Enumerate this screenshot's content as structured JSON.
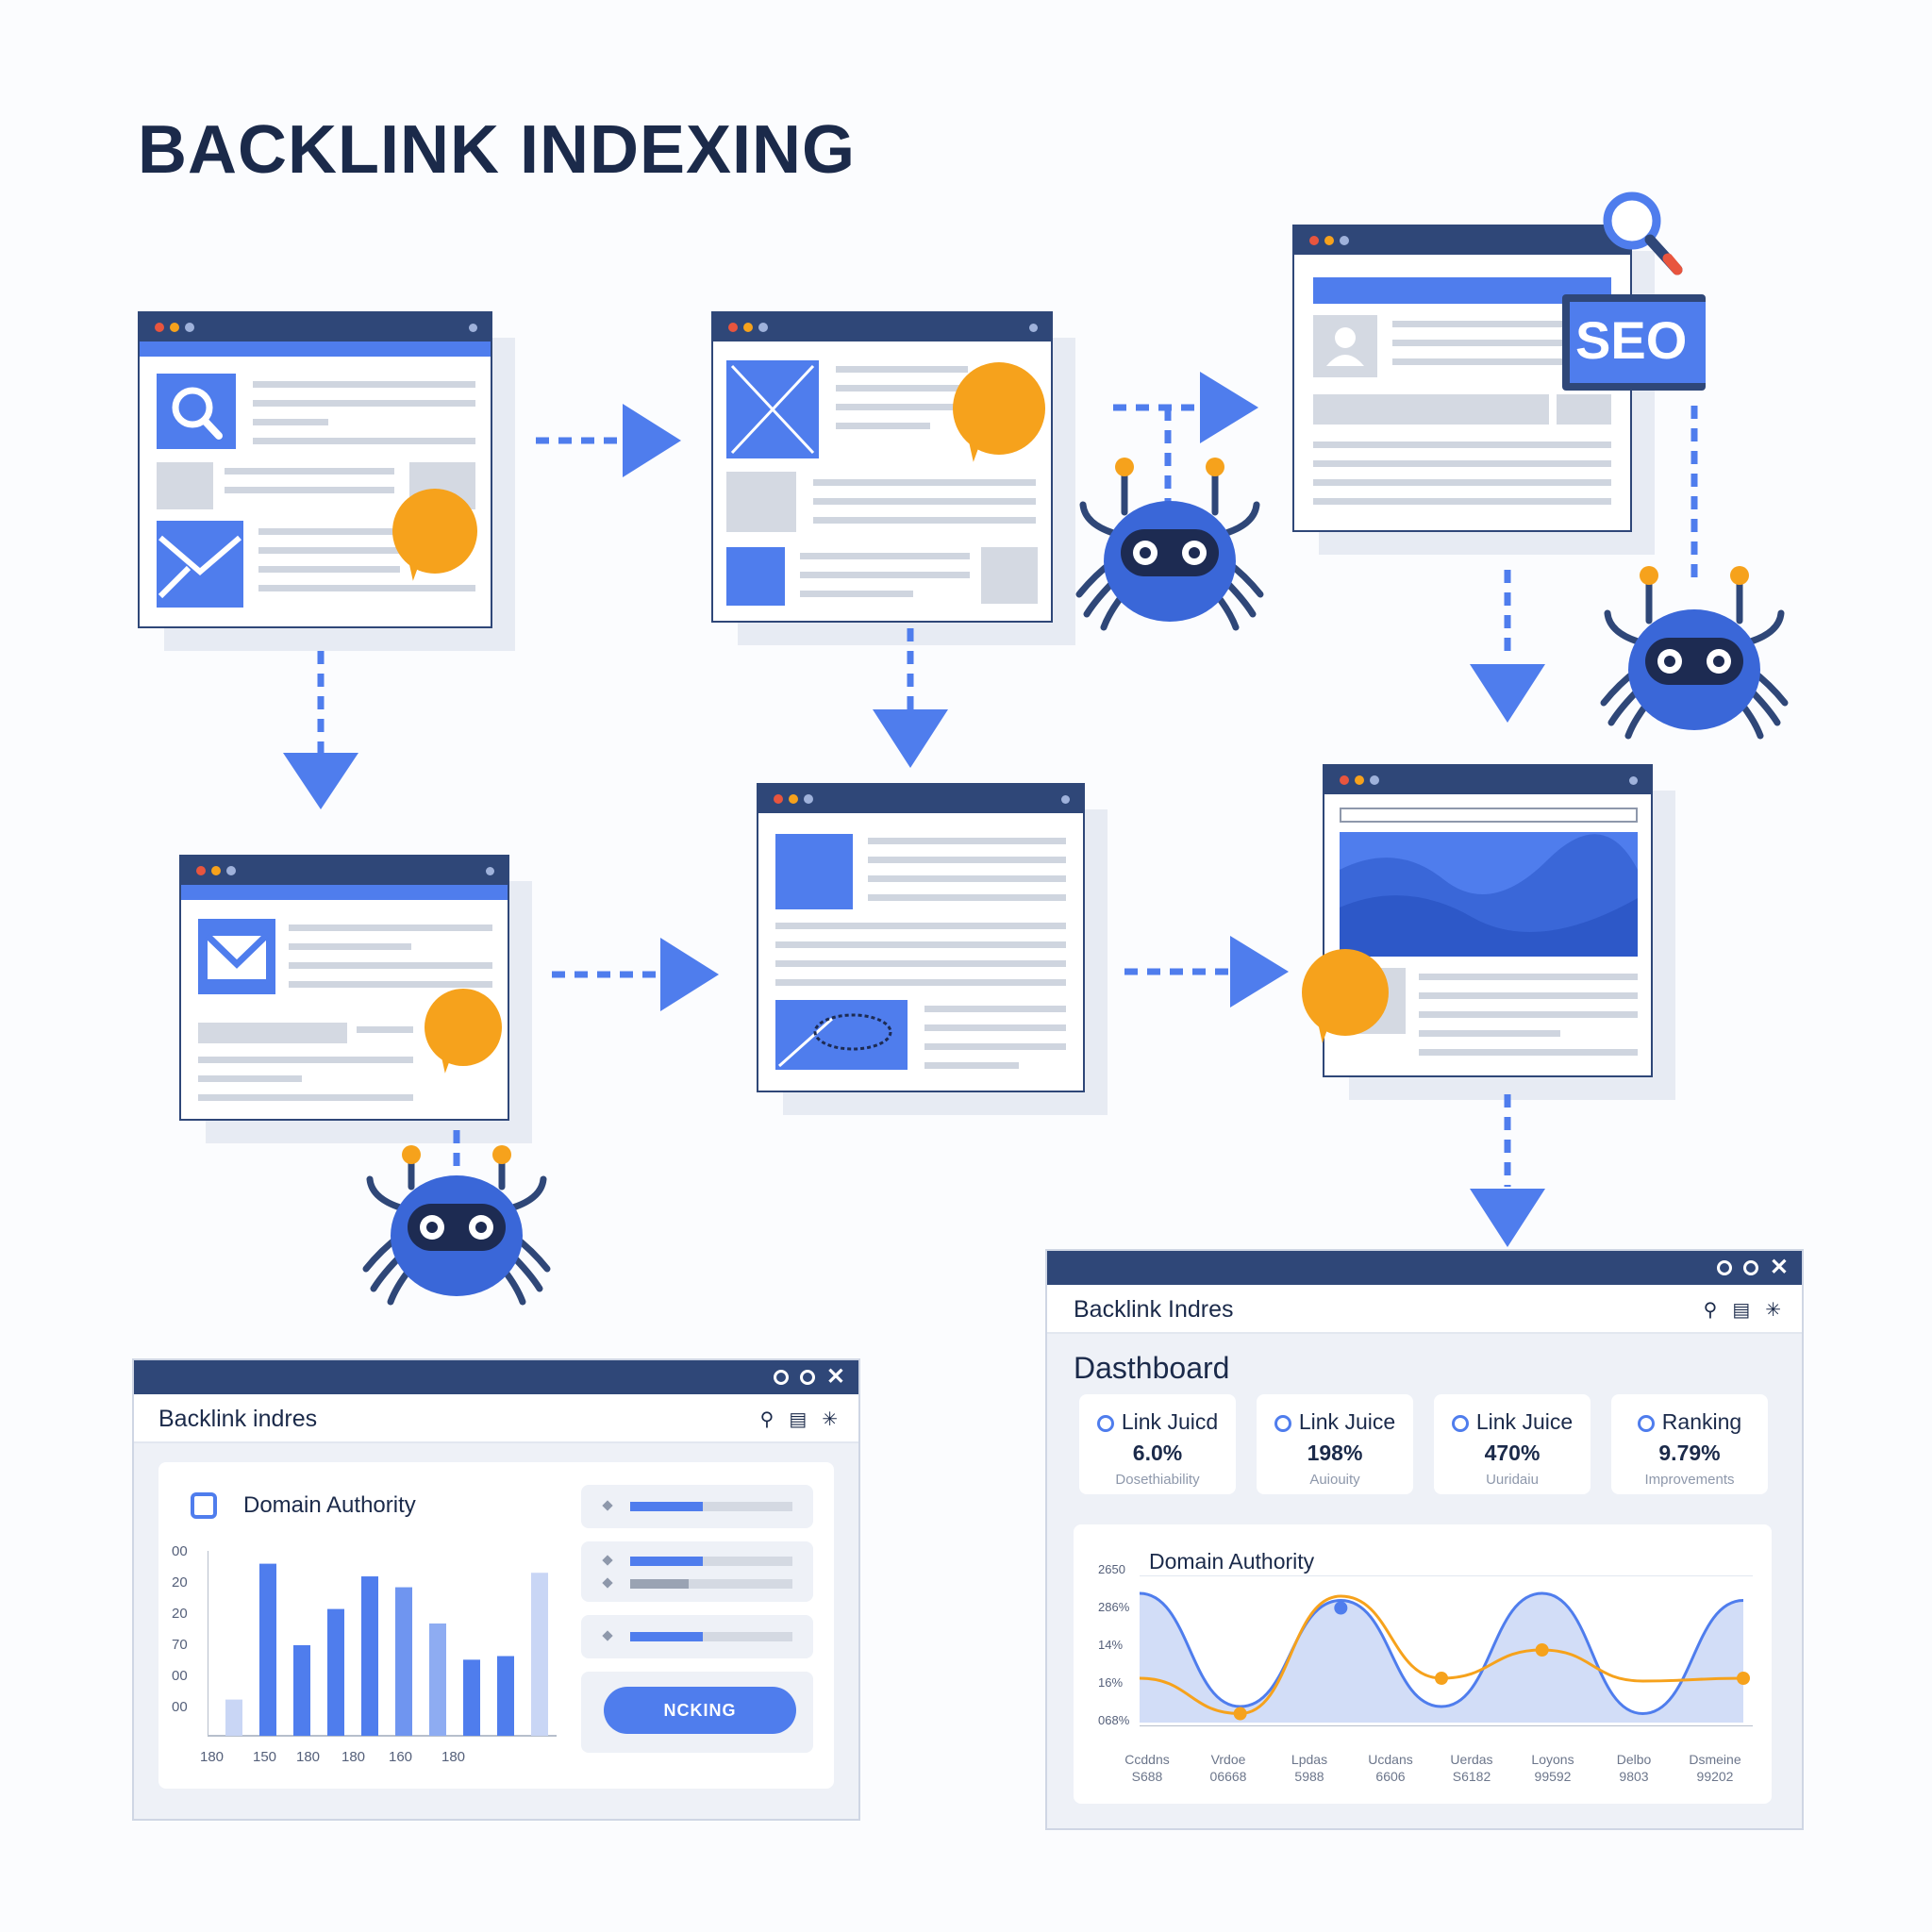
{
  "title": "BACKLINK INDEXING",
  "colors": {
    "navy": "#2f4778",
    "blue": "#4f7ded",
    "orange": "#f6a21c",
    "grey": "#d4d9e2",
    "text": "#1b2a4a"
  },
  "seo_tag": "SEO",
  "icons": [
    "search-icon",
    "mail-icon",
    "image-icon",
    "link-badge-icon",
    "crawler-spider-icon",
    "magnifier-icon",
    "user-icon"
  ],
  "left_dashboard": {
    "header": "Backlink indres",
    "panel_title": "Domain Authority",
    "y_ticks": [
      "00",
      "20",
      "20",
      "70",
      "00",
      "00"
    ],
    "x_ticks": [
      "180",
      "150",
      "180",
      "180",
      "160",
      "180"
    ],
    "button": "NCKING",
    "chart_data": {
      "type": "bar",
      "title": "Domain Authority",
      "values": [
        0.2,
        0.95,
        0.5,
        0.7,
        0.88,
        0.82,
        0.62,
        0.42,
        0.44,
        0.9
      ],
      "colors": [
        "#c9d6f5",
        "#4f7ded",
        "#4f7ded",
        "#4f7ded",
        "#4f7ded",
        "#6f95f0",
        "#8eacf2",
        "#4f7ded",
        "#4f7ded",
        "#c9d6f5"
      ]
    }
  },
  "right_dashboard": {
    "header": "Backlink Indres",
    "page_title": "Dasthboard",
    "stats": [
      {
        "name": "Link Juicd",
        "value": "6.0%",
        "sub": "Dosethiability"
      },
      {
        "name": "Link Juice",
        "value": "198%",
        "sub": "Auiouity"
      },
      {
        "name": "Link Juice",
        "value": "470%",
        "sub": "Uuridaiu"
      },
      {
        "name": "Ranking",
        "value": "9.79%",
        "sub": "Improvements"
      }
    ],
    "chart_title": "Domain Authority",
    "y_ticks": [
      "2650",
      "286%",
      "14%",
      "16%",
      "068%"
    ],
    "x_labels": [
      {
        "a": "Ccddns",
        "b": "S688"
      },
      {
        "a": "Vrdoe",
        "b": "06668"
      },
      {
        "a": "Lpdas",
        "b": "5988"
      },
      {
        "a": "Ucdans",
        "b": "6606"
      },
      {
        "a": "Uerdas",
        "b": "S6182"
      },
      {
        "a": "Loyons",
        "b": "99592"
      },
      {
        "a": "Delbo",
        "b": "9803"
      },
      {
        "a": "Dsmeine",
        "b": "99202"
      }
    ],
    "chart_data": {
      "type": "line",
      "title": "Domain Authority",
      "series": [
        {
          "color": "#4f7ded",
          "values": [
            0.9,
            0.1,
            0.85,
            0.1,
            0.9,
            0.05,
            0.85
          ]
        },
        {
          "color": "#f6a21c",
          "values": [
            0.3,
            0.05,
            0.88,
            0.3,
            0.5,
            0.28,
            0.3
          ]
        }
      ]
    }
  }
}
